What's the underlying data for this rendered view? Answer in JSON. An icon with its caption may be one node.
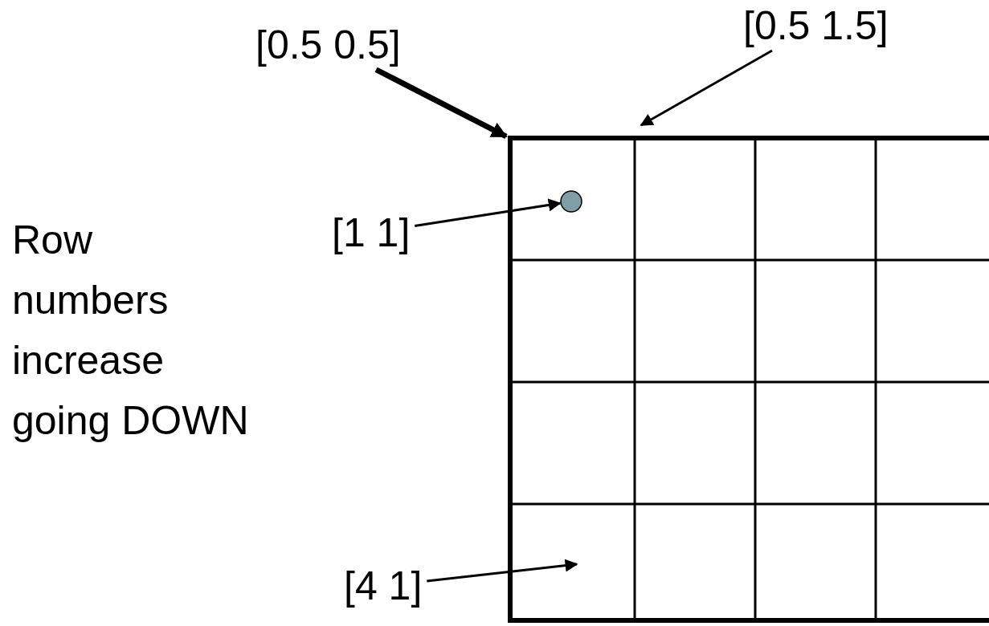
{
  "diagram": {
    "nodes": [
      {
        "text": [
          "[0.5 0.5]"
        ]
      },
      {
        "text": [
          "[0.5 1.5]"
        ]
      },
      {
        "text": [
          "[1 1]"
        ]
      },
      {
        "text": [],
        "shape": "circle"
      },
      {
        "text": [
          "[4 1]"
        ]
      }
    ],
    "edges": [
      {
        "from": 0,
        "to": null,
        "arrow": "to",
        "style": "thick"
      },
      {
        "from": 1,
        "to": null,
        "arrow": "to"
      },
      {
        "from": 2,
        "to": 3,
        "arrow": "to"
      },
      {
        "from": 4,
        "to": null,
        "arrow": "to"
      }
    ],
    "labels": [
      "Row numbers increase going DOWN"
    ]
  }
}
